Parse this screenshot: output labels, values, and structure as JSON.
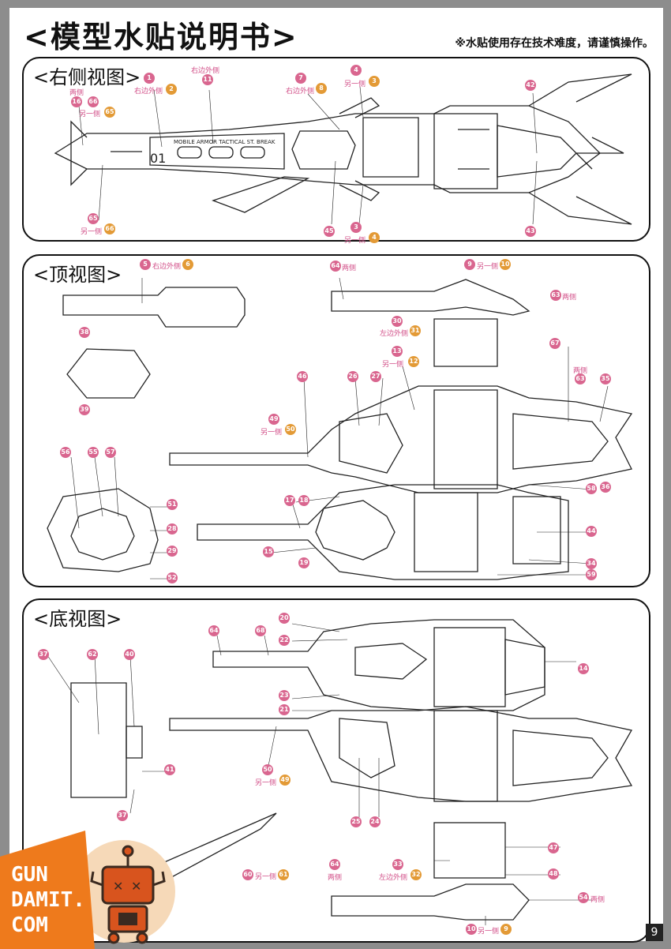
{
  "title": "<模型水贴说明书>",
  "note": "※水贴使用存在技术难度，请谨慎操作。",
  "page_number": "9",
  "logo_lines": [
    "GUN",
    "DAMIT.",
    "COM"
  ],
  "sections": {
    "right_view": {
      "title": "<右侧视图>",
      "ship_text": "MOBILE ARMOR TACTICAL ST. BREAK",
      "ship_number": "01",
      "callouts": [
        {
          "num": "1",
          "color": "pink",
          "text": ""
        },
        {
          "num": "2",
          "color": "orange",
          "text": "右边外侧"
        },
        {
          "num": "11",
          "color": "pink",
          "text": "右边外侧"
        },
        {
          "num": "16",
          "color": "pink",
          "text": "两侧"
        },
        {
          "num": "66",
          "color": "pink",
          "text": ""
        },
        {
          "num": "65",
          "color": "orange",
          "text": "另一侧"
        },
        {
          "num": "7",
          "color": "pink",
          "text": ""
        },
        {
          "num": "8",
          "color": "orange",
          "text": "右边外侧"
        },
        {
          "num": "4",
          "color": "pink",
          "text": ""
        },
        {
          "num": "3",
          "color": "orange",
          "text": "另一侧"
        },
        {
          "num": "42",
          "color": "pink",
          "text": ""
        },
        {
          "num": "43",
          "color": "pink",
          "text": ""
        },
        {
          "num": "65",
          "color": "pink",
          "text": ""
        },
        {
          "num": "66",
          "color": "orange",
          "text": "另一侧"
        },
        {
          "num": "45",
          "color": "pink",
          "text": ""
        },
        {
          "num": "3",
          "color": "pink",
          "text": ""
        },
        {
          "num": "4",
          "color": "orange",
          "text": "另一侧"
        }
      ]
    },
    "top_view": {
      "title": "<顶视图>",
      "callouts": [
        {
          "num": "5",
          "color": "pink",
          "text": "右边外侧"
        },
        {
          "num": "6",
          "color": "orange",
          "text": ""
        },
        {
          "num": "64",
          "color": "pink",
          "text": "两侧"
        },
        {
          "num": "9",
          "color": "pink",
          "text": "另一侧"
        },
        {
          "num": "10",
          "color": "orange",
          "text": ""
        },
        {
          "num": "63",
          "color": "pink",
          "text": "两侧"
        },
        {
          "num": "38",
          "color": "pink",
          "text": ""
        },
        {
          "num": "39",
          "color": "pink",
          "text": ""
        },
        {
          "num": "30",
          "color": "pink",
          "text": "左边外侧"
        },
        {
          "num": "31",
          "color": "orange",
          "text": ""
        },
        {
          "num": "13",
          "color": "pink",
          "text": "另一侧"
        },
        {
          "num": "12",
          "color": "orange",
          "text": ""
        },
        {
          "num": "67",
          "color": "pink",
          "text": ""
        },
        {
          "num": "63",
          "color": "pink",
          "text": "两侧"
        },
        {
          "num": "35",
          "color": "pink",
          "text": ""
        },
        {
          "num": "46",
          "color": "pink",
          "text": ""
        },
        {
          "num": "26",
          "color": "pink",
          "text": ""
        },
        {
          "num": "27",
          "color": "pink",
          "text": ""
        },
        {
          "num": "49",
          "color": "pink",
          "text": "另一侧"
        },
        {
          "num": "50",
          "color": "orange",
          "text": ""
        },
        {
          "num": "56",
          "color": "pink",
          "text": ""
        },
        {
          "num": "55",
          "color": "pink",
          "text": ""
        },
        {
          "num": "57",
          "color": "pink",
          "text": ""
        },
        {
          "num": "51",
          "color": "pink",
          "text": ""
        },
        {
          "num": "28",
          "color": "pink",
          "text": ""
        },
        {
          "num": "29",
          "color": "pink",
          "text": ""
        },
        {
          "num": "52",
          "color": "pink",
          "text": ""
        },
        {
          "num": "17",
          "color": "pink",
          "text": ""
        },
        {
          "num": "18",
          "color": "pink",
          "text": ""
        },
        {
          "num": "15",
          "color": "pink",
          "text": ""
        },
        {
          "num": "19",
          "color": "pink",
          "text": ""
        },
        {
          "num": "36",
          "color": "pink",
          "text": ""
        },
        {
          "num": "58",
          "color": "pink",
          "text": ""
        },
        {
          "num": "44",
          "color": "pink",
          "text": ""
        },
        {
          "num": "34",
          "color": "pink",
          "text": ""
        },
        {
          "num": "59",
          "color": "pink",
          "text": ""
        }
      ]
    },
    "bottom_view": {
      "title": "<底视图>",
      "callouts": [
        {
          "num": "20",
          "color": "pink",
          "text": ""
        },
        {
          "num": "22",
          "color": "pink",
          "text": ""
        },
        {
          "num": "64",
          "color": "pink",
          "text": ""
        },
        {
          "num": "68",
          "color": "pink",
          "text": ""
        },
        {
          "num": "14",
          "color": "pink",
          "text": ""
        },
        {
          "num": "37",
          "color": "pink",
          "text": ""
        },
        {
          "num": "62",
          "color": "pink",
          "text": ""
        },
        {
          "num": "40",
          "color": "pink",
          "text": ""
        },
        {
          "num": "23",
          "color": "pink",
          "text": ""
        },
        {
          "num": "21",
          "color": "pink",
          "text": ""
        },
        {
          "num": "41",
          "color": "pink",
          "text": ""
        },
        {
          "num": "50",
          "color": "pink",
          "text": "另一侧"
        },
        {
          "num": "49",
          "color": "orange",
          "text": ""
        },
        {
          "num": "25",
          "color": "pink",
          "text": ""
        },
        {
          "num": "24",
          "color": "pink",
          "text": ""
        },
        {
          "num": "37",
          "color": "pink",
          "text": ""
        },
        {
          "num": "47",
          "color": "pink",
          "text": ""
        },
        {
          "num": "64",
          "color": "pink",
          "text": "两侧"
        },
        {
          "num": "33",
          "color": "pink",
          "text": "左边外侧"
        },
        {
          "num": "32",
          "color": "orange",
          "text": ""
        },
        {
          "num": "48",
          "color": "pink",
          "text": ""
        },
        {
          "num": "60",
          "color": "pink",
          "text": "另一侧"
        },
        {
          "num": "61",
          "color": "orange",
          "text": ""
        },
        {
          "num": "54",
          "color": "pink",
          "text": "两侧"
        },
        {
          "num": "10",
          "color": "pink",
          "text": "另一侧"
        },
        {
          "num": "9",
          "color": "orange",
          "text": ""
        }
      ]
    }
  },
  "colors": {
    "pink": "#d9668f",
    "orange": "#e39a36",
    "page_bg": "#ffffff",
    "border": "#111111"
  }
}
